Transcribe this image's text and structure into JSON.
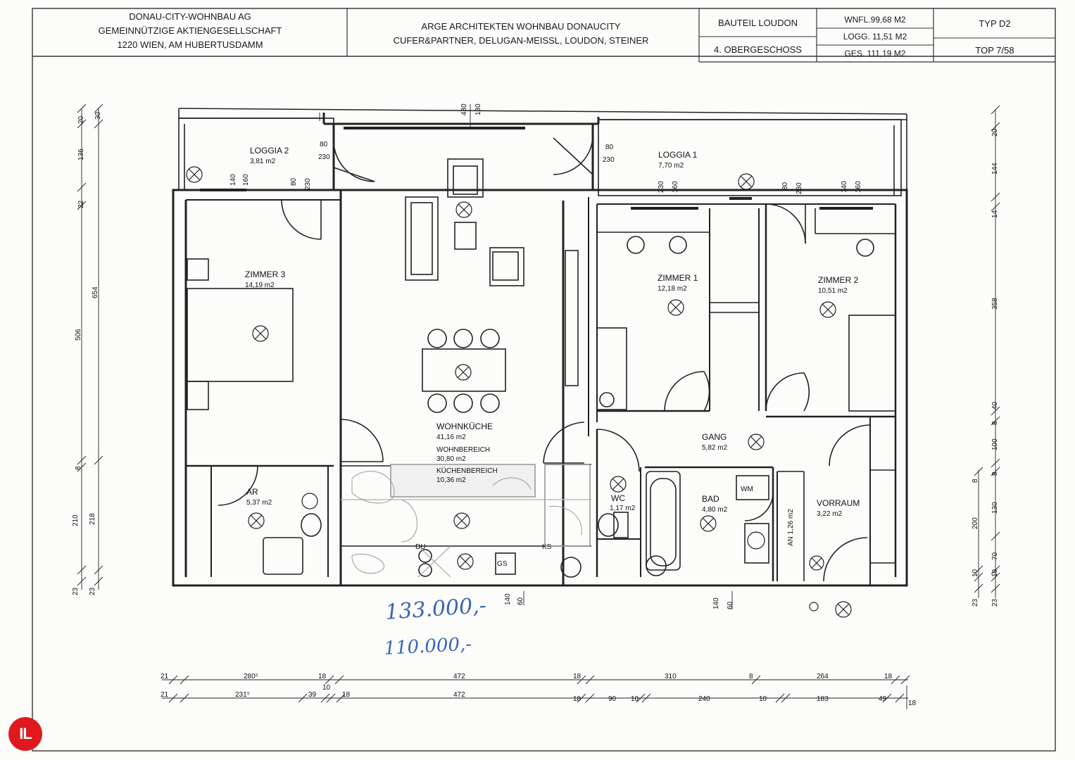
{
  "title_block": {
    "owner": [
      "DONAU-CITY-WOHNBAU AG",
      "GEMEINNÜTZIGE AKTIENGESELLSCHAFT",
      "1220 WIEN, AM HUBERTUSDAMM"
    ],
    "architects": [
      "ARGE ARCHITEKTEN WOHNBAU DONAUCITY",
      "CUFER&PARTNER, DELUGAN-MEISSL, LOUDON, STEINER"
    ],
    "building_part": "BAUTEIL LOUDON",
    "floor": "4. OBERGESCHOSS",
    "living_area": "WNFL.99,68 M2",
    "loggia_area": "LOGG. 11,51 M2",
    "total_area": "GES. 111,19 M2",
    "type": "TYP D2",
    "unit": "TOP 7/58"
  },
  "rooms": {
    "loggia2": {
      "name": "LOGGIA 2",
      "area": "3,81 m2"
    },
    "loggia1": {
      "name": "LOGGIA 1",
      "area": "7,70 m2"
    },
    "zimmer3": {
      "name": "ZIMMER 3",
      "area": "14,19 m2"
    },
    "zimmer1": {
      "name": "ZIMMER 1",
      "area": "12,18 m2"
    },
    "zimmer2": {
      "name": "ZIMMER 2",
      "area": "10,51 m2"
    },
    "wohnkueche": {
      "name": "WOHNKÜCHE",
      "area": "41,16 m2",
      "sub1": "WOHNBEREICH",
      "sub1_area": "30,80 m2",
      "sub2": "KÜCHENBEREICH",
      "sub2_area": "10,36 m2"
    },
    "ar": {
      "name": "AR",
      "area": "5,37 m2"
    },
    "gang": {
      "name": "GANG",
      "area": "5,82 m2"
    },
    "wc": {
      "name": "WC",
      "area": "1,17 m2"
    },
    "bad": {
      "name": "BAD",
      "area": "4,80 m2"
    },
    "vorraum": {
      "name": "VORRAUM",
      "area": "3,22 m2"
    },
    "an": {
      "name": "AN 1,26 m2"
    }
  },
  "fixtures": {
    "wm": "WM",
    "gs": "GS",
    "du": "DU",
    "ks": "KS"
  },
  "dims": {
    "left_outer": [
      "20",
      "136",
      "22",
      "506",
      "8",
      "210",
      "23"
    ],
    "left_inner": [
      "30",
      "654",
      "218",
      "23"
    ],
    "right_outer": [
      "20",
      "144",
      "14",
      "358",
      "40",
      "8",
      "100",
      "8",
      "130",
      "70",
      "10",
      "23"
    ],
    "right_inner": [
      "8",
      "200",
      "10",
      "23"
    ],
    "bottom_row1": [
      "21",
      "280⁵",
      "18",
      "472",
      "18",
      "310",
      "8",
      "264",
      "18"
    ],
    "bottom_row2": [
      "21",
      "231⁵",
      "39",
      "10",
      "18",
      "472",
      "18",
      "90",
      "10",
      "240",
      "10",
      "183",
      "49",
      "18"
    ],
    "top_center": [
      "430",
      "130"
    ],
    "window_marks": {
      "w80": "80",
      "w230": "230",
      "w140": "140",
      "w160": "160",
      "w60": "60"
    }
  },
  "handwritten": {
    "price1": "133.000,-",
    "price2": "110.000,-"
  },
  "logo": "IL"
}
